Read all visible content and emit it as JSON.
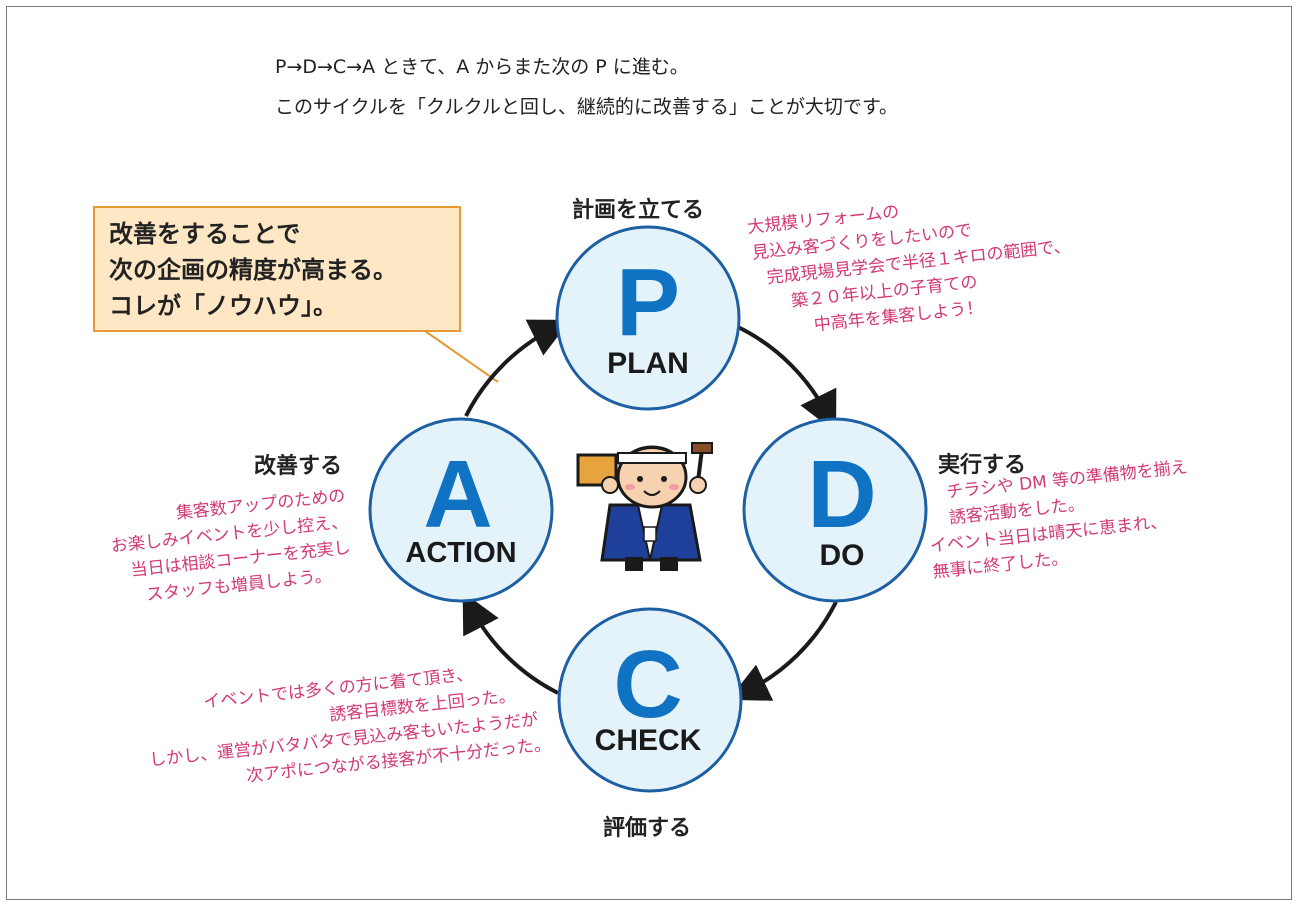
{
  "intro": {
    "line1": "P→D→C→A ときて、A からまた次の P に進む。",
    "line2": "このサイクルを「クルクルと回し、継続的に改善する」ことが大切です。"
  },
  "callout": {
    "lines": [
      "改善をすることで",
      "次の企画の精度が高まる。",
      "コレが「ノウハウ」。"
    ]
  },
  "cycle": {
    "plan": {
      "letter": "P",
      "word": "PLAN",
      "label": "計画を立てる"
    },
    "do": {
      "letter": "D",
      "word": "DO",
      "label": "実行する"
    },
    "check": {
      "letter": "C",
      "word": "CHECK",
      "label": "評価する"
    },
    "action": {
      "letter": "A",
      "word": "ACTION",
      "label": "改善する"
    }
  },
  "notes": {
    "plan": [
      "大規模リフォームの",
      "見込み客づくりをしたいので",
      "完成現場見学会で半径１キロの範囲で、",
      "築２０年以上の子育ての",
      "中高年を集客しよう！"
    ],
    "do": [
      "チラシや DM 等の準備物を揃え",
      "誘客活動をした。",
      "イベント当日は晴天に恵まれ、",
      "無事に終了した。"
    ],
    "check": [
      "イベントでは多くの方に着て頂き、",
      "誘客目標数を上回った。",
      "しかし、運営がバタバタで見込み客もいたようだが",
      "次アポにつながる接客が不十分だった。"
    ],
    "action": [
      "集客数アップのための",
      "お楽しみイベントを少し控え、",
      "当日は相談コーナーを充実し",
      "スタッフも増員しよう。"
    ]
  },
  "colors": {
    "circle_fill": "#e4f2f9",
    "circle_stroke": "#1d5fa3",
    "letter": "#0f72c2",
    "word": "#1a1a1a",
    "note_text": "#d23a73",
    "callout_fill": "#fde7c5",
    "callout_border": "#e79a33",
    "arrow": "#1a1a1a"
  },
  "mascot": {
    "icon": "mascot-character-icon"
  }
}
